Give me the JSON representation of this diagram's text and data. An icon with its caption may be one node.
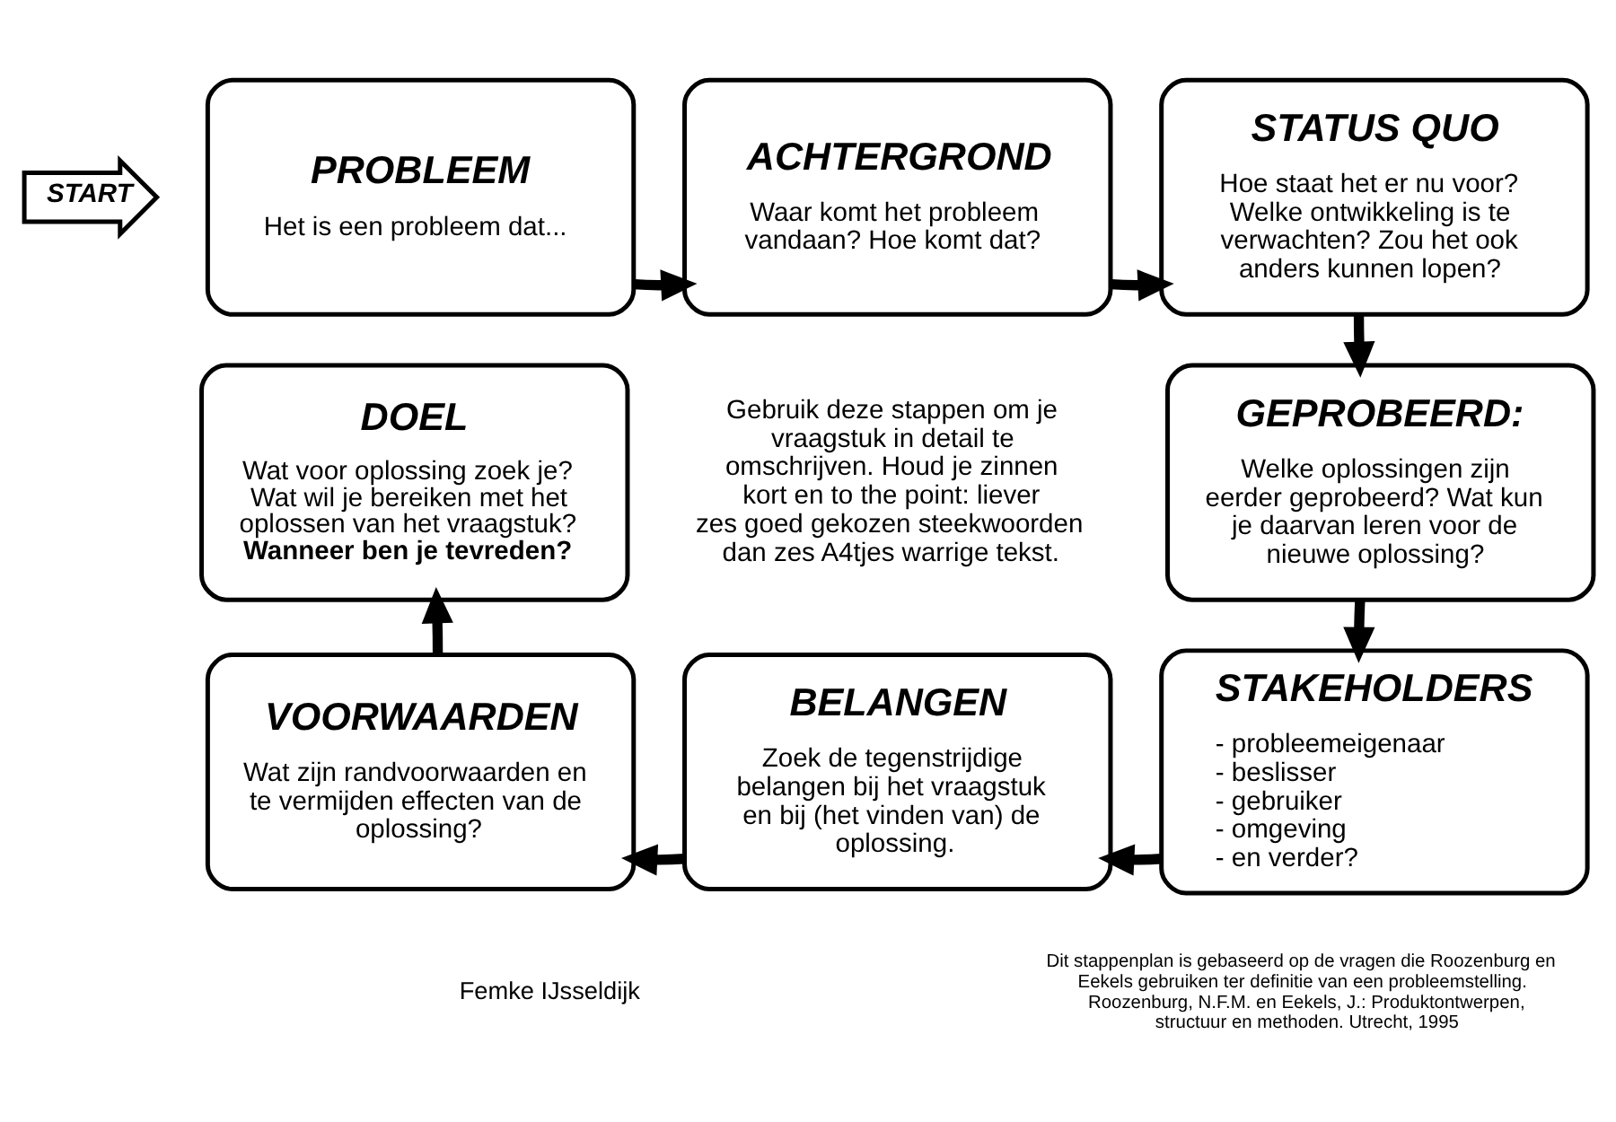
{
  "diagram": {
    "nodes": [
      {
        "text": [
          "START"
        ]
      },
      {
        "text": [
          "PROBLEEM",
          "Het is een probleem dat..."
        ]
      },
      {
        "text": [
          "ACHTERGROND",
          "Waar komt het probleem vandaan? Hoe komt dat?"
        ]
      },
      {
        "text": [
          "STATUS QUO",
          "Hoe staat het er nu voor? Welke ontwikkeling is te verwachten? Zou het ook anders kunnen lopen?"
        ]
      },
      {
        "text": [
          "GEPROBEERD:",
          "Welke oplossingen zijn eerder geprobeerd? Wat kun je daarvan leren voor de nieuwe oplossing?"
        ]
      },
      {
        "text": [
          "STAKEHOLDERS",
          "- probleemeigenaar",
          "- beslisser",
          "- gebruiker",
          "- omgeving",
          "- en verder?"
        ]
      },
      {
        "text": [
          "BELANGEN",
          "Zoek de tegenstrijdige belangen bij het vraagstuk en bij (het vinden van) de oplossing."
        ]
      },
      {
        "text": [
          "VOORWAARDEN",
          "Wat zijn randvoorwaarden en te vermijden effecten van de oplossing?"
        ]
      },
      {
        "text": [
          "DOEL",
          "Wat voor oplossing zoek je? Wat wil je bereiken met het oplossen van het vraagstuk? **Wanneer ben je tevreden?**"
        ]
      }
    ],
    "edges": [
      {
        "from": 1,
        "to": 2,
        "arrow": "to"
      },
      {
        "from": 2,
        "to": 3,
        "arrow": "to"
      },
      {
        "from": 3,
        "to": 4,
        "arrow": "to"
      },
      {
        "from": 4,
        "to": 5,
        "arrow": "to"
      },
      {
        "from": 5,
        "to": 6,
        "arrow": "to"
      },
      {
        "from": 6,
        "to": 7,
        "arrow": "to"
      },
      {
        "from": 7,
        "to": 8,
        "arrow": "to"
      }
    ],
    "labels": [
      "Gebruik deze stappen om je vraagstuk in detail te omschrijven. Houd je zinnen kort en to the point: liever zes goed gekozen steekwoorden dan zes A4tjes warrige tekst.",
      "Femke IJsseldijk",
      "Dit stappenplan is gebaseerd op de vragen die Roozenburg en Eekels gebruiken ter definitie van een probleemstelling. Roozenburg, N.F.M. en Eekels, J.: Produktontwerpen, structuur en methoden. Utrecht, 1995"
    ]
  }
}
